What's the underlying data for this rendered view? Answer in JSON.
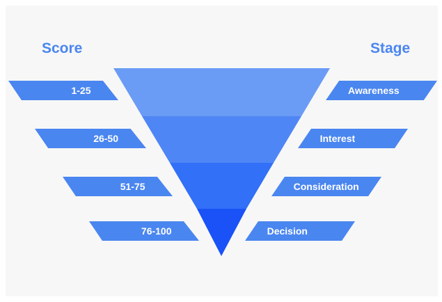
{
  "headings": {
    "score": "Score",
    "stage": "Stage"
  },
  "score_bands": [
    "1-25",
    "26-50",
    "51-75",
    "76-100"
  ],
  "stages": [
    "Awareness",
    "Interest",
    "Consideration",
    "Decision"
  ],
  "colors": {
    "background": "#f7f7f7",
    "heading": "#4a86f0",
    "bar": "#4a86f0",
    "funnel_levels": [
      "#6a9bf5",
      "#4f86f5",
      "#3170f7",
      "#1a52f7"
    ]
  }
}
